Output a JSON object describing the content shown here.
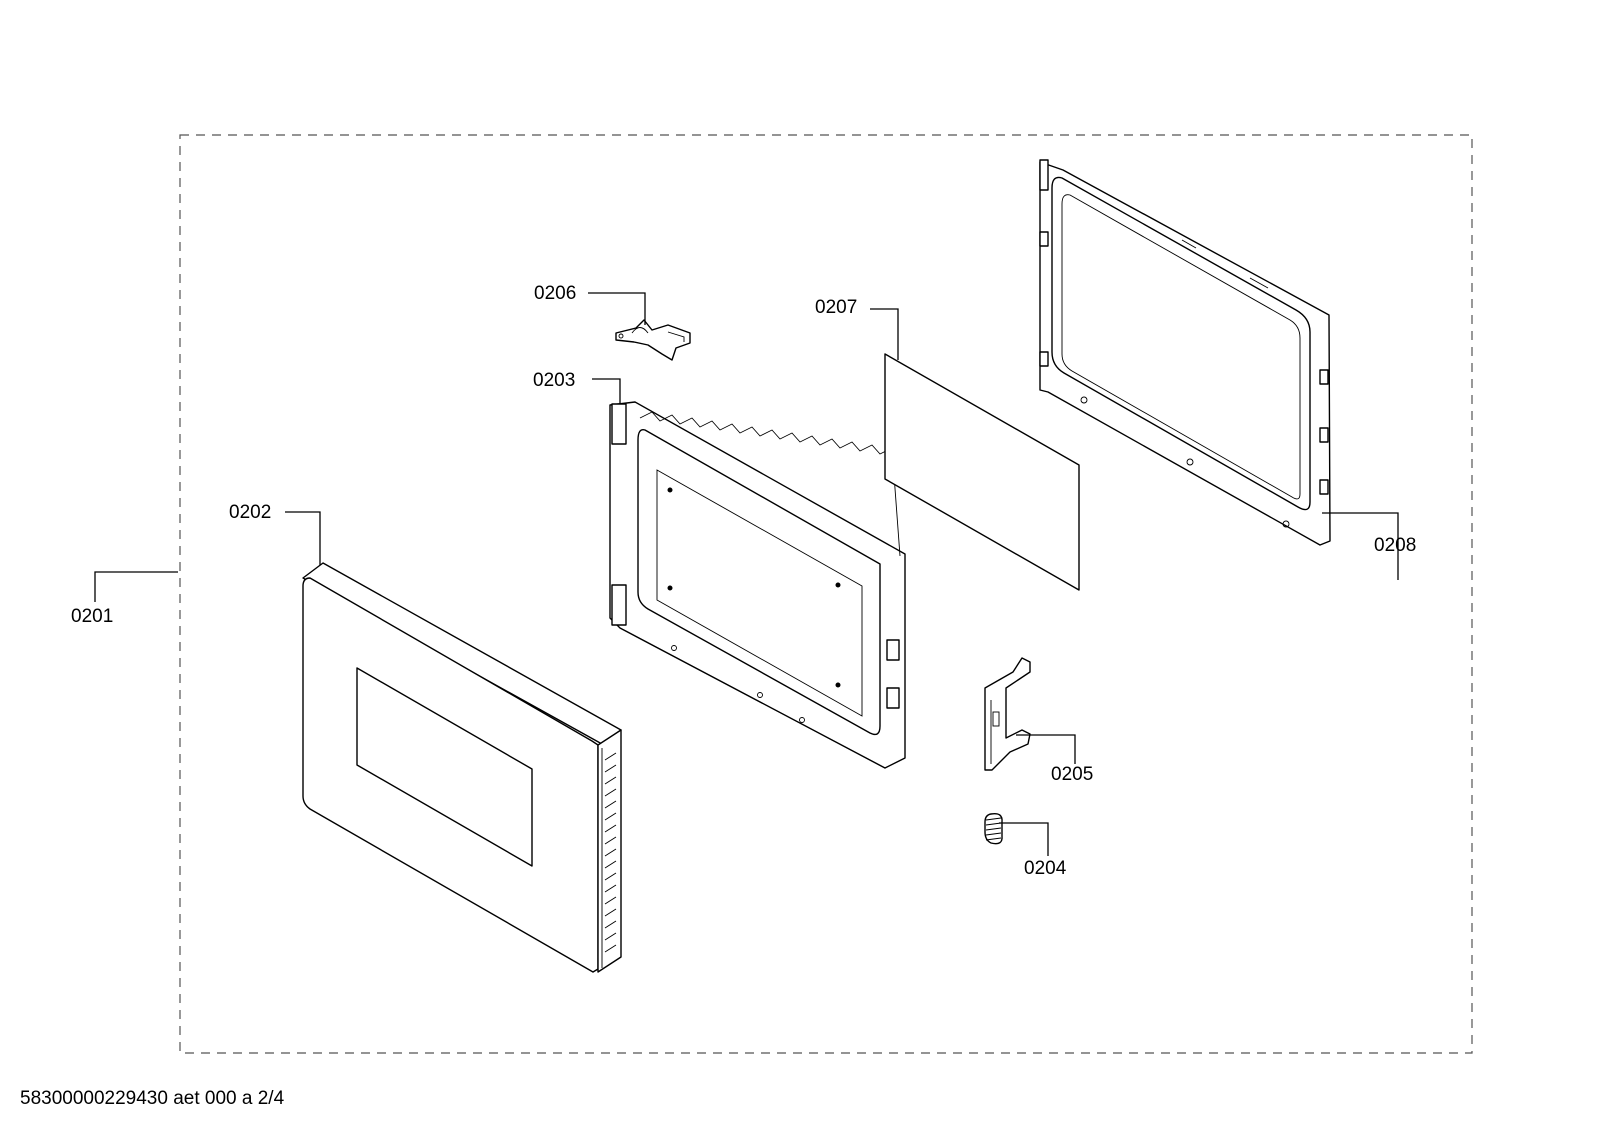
{
  "diagram": {
    "labels": {
      "p0201": "0201",
      "p0202": "0202",
      "p0203": "0203",
      "p0204": "0204",
      "p0205": "0205",
      "p0206": "0206",
      "p0207": "0207",
      "p0208": "0208"
    }
  },
  "footer": {
    "doc_ref": "58300000229430 aet 000 a 2/4"
  }
}
